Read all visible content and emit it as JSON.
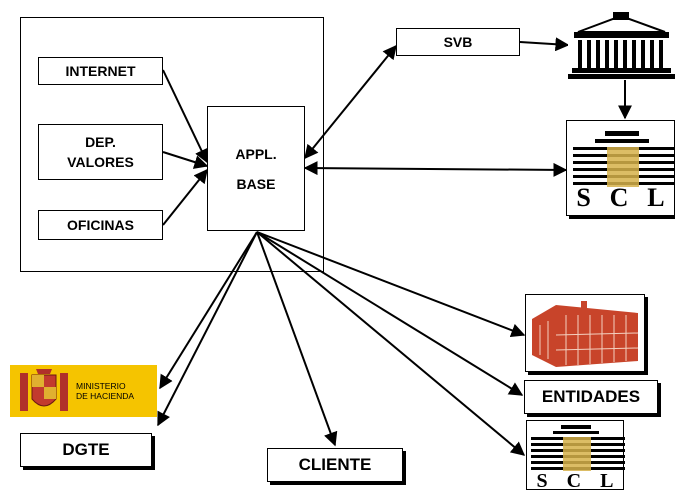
{
  "nodes": {
    "internet": "INTERNET",
    "dep_valores_line1": "DEP.",
    "dep_valores_line2": "VALORES",
    "oficinas": "OFICINAS",
    "appl_line1": "APPL.",
    "appl_line2": "BASE",
    "svb": "SVB",
    "entidades": "ENTIDADES",
    "dgte": "DGTE",
    "cliente": "CLIENTE"
  },
  "logos": {
    "scl_top": [
      "S",
      "C",
      "L"
    ],
    "scl_bottom": [
      "S",
      "C",
      "L"
    ],
    "ministerio_line1": "MINISTERIO",
    "ministerio_line2": "DE HACIENDA",
    "colors": {
      "ministerio_yellow": "#f5c400",
      "entidades_red": "#c8442a",
      "scl_gold": "#d6b24a"
    }
  }
}
